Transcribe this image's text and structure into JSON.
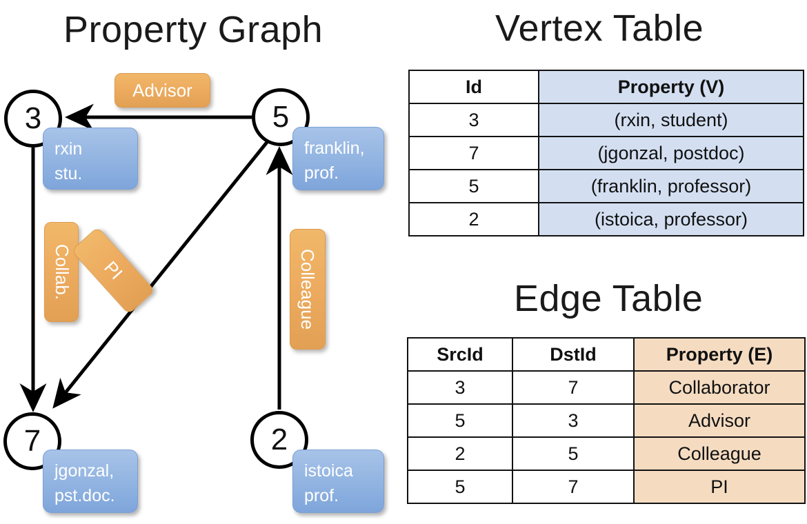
{
  "titles": {
    "property_graph": "Property Graph",
    "vertex_table": "Vertex Table",
    "edge_table": "Edge Table"
  },
  "graph": {
    "nodes": [
      {
        "id": "3",
        "label": "3",
        "property_line1": "rxin",
        "property_line2": "stu."
      },
      {
        "id": "5",
        "label": "5",
        "property_line1": "franklin,",
        "property_line2": "prof."
      },
      {
        "id": "7",
        "label": "7",
        "property_line1": "jgonzal,",
        "property_line2": "pst.doc."
      },
      {
        "id": "2",
        "label": "2",
        "property_line1": "istoica",
        "property_line2": "prof."
      }
    ],
    "edge_labels": [
      {
        "key": "advisor",
        "text": "Advisor"
      },
      {
        "key": "collab",
        "text": "Collab."
      },
      {
        "key": "pi",
        "text": "PI"
      },
      {
        "key": "colleague",
        "text": "Colleague"
      }
    ]
  },
  "vertex_table": {
    "headers": [
      "Id",
      "Property (V)"
    ],
    "rows": [
      {
        "id": "3",
        "property": "(rxin, student)"
      },
      {
        "id": "7",
        "property": "(jgonzal, postdoc)"
      },
      {
        "id": "5",
        "property": "(franklin, professor)"
      },
      {
        "id": "2",
        "property": "(istoica, professor)"
      }
    ]
  },
  "edge_table": {
    "headers": [
      "SrcId",
      "DstId",
      "Property (E)"
    ],
    "rows": [
      {
        "src": "3",
        "dst": "7",
        "property": "Collaborator"
      },
      {
        "src": "5",
        "dst": "3",
        "property": "Advisor"
      },
      {
        "src": "2",
        "dst": "5",
        "property": "Colleague"
      },
      {
        "src": "5",
        "dst": "7",
        "property": "PI"
      }
    ]
  },
  "colors": {
    "vertex_property_fill": "#d3dff1",
    "edge_property_fill": "#f5dcc1",
    "node_property_box": "#8fb2e0",
    "edge_label_box": "#eead60",
    "stroke": "#000000"
  }
}
